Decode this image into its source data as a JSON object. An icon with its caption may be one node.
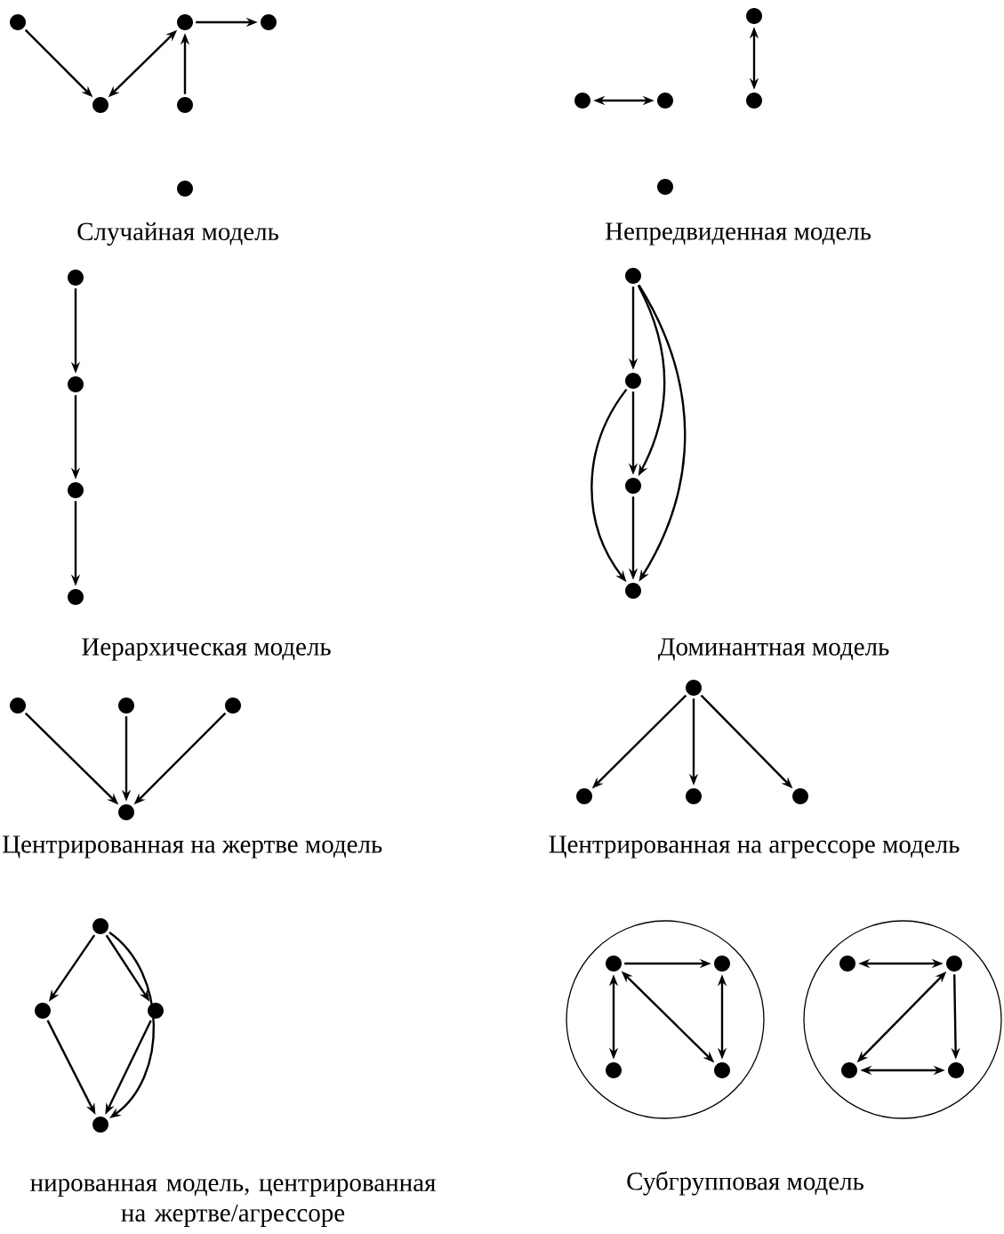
{
  "diagram": {
    "nodes": [
      {
        "text": [],
        "shape": "circle"
      },
      {
        "text": [],
        "shape": "circle"
      },
      {
        "text": [],
        "shape": "circle"
      },
      {
        "text": [],
        "shape": "circle"
      },
      {
        "text": [],
        "shape": "circle"
      },
      {
        "text": [],
        "shape": "circle"
      },
      {
        "text": [],
        "shape": "circle"
      },
      {
        "text": [],
        "shape": "circle"
      },
      {
        "text": [],
        "shape": "circle"
      },
      {
        "text": [],
        "shape": "circle"
      },
      {
        "text": [],
        "shape": "circle"
      },
      {
        "text": [],
        "shape": "circle"
      },
      {
        "text": [],
        "shape": "circle"
      },
      {
        "text": [],
        "shape": "circle"
      },
      {
        "text": [],
        "shape": "circle"
      },
      {
        "text": [],
        "shape": "circle"
      },
      {
        "text": [],
        "shape": "circle"
      },
      {
        "text": [],
        "shape": "circle"
      },
      {
        "text": [],
        "shape": "circle"
      },
      {
        "text": [],
        "shape": "circle"
      },
      {
        "text": [],
        "shape": "circle"
      },
      {
        "text": [],
        "shape": "circle"
      },
      {
        "text": [],
        "shape": "circle"
      },
      {
        "text": [],
        "shape": "circle"
      },
      {
        "text": [],
        "shape": "circle"
      },
      {
        "text": [],
        "shape": "circle"
      },
      {
        "text": [],
        "shape": "circle"
      },
      {
        "text": [],
        "shape": "circle"
      },
      {
        "text": [],
        "shape": "circle"
      },
      {
        "text": [],
        "shape": "circle"
      },
      {
        "text": [],
        "shape": "circle"
      },
      {
        "text": [],
        "shape": "circle"
      },
      {
        "text": [],
        "shape": "circle",
        "in": 31
      },
      {
        "text": [],
        "shape": "circle",
        "in": 31
      },
      {
        "text": [],
        "shape": "circle",
        "in": 31
      },
      {
        "text": [],
        "shape": "circle",
        "in": 31
      },
      {
        "text": [],
        "shape": "circle"
      },
      {
        "text": [],
        "shape": "circle",
        "in": 36
      },
      {
        "text": [],
        "shape": "circle",
        "in": 36
      },
      {
        "text": [],
        "shape": "circle",
        "in": 36
      },
      {
        "text": [],
        "shape": "circle",
        "in": 36
      }
    ],
    "edges": [
      {
        "from": 0,
        "to": 1,
        "arrow": "to"
      },
      {
        "from": 1,
        "to": 2,
        "arrow": "both"
      },
      {
        "from": 2,
        "to": 3,
        "arrow": "to"
      },
      {
        "from": 4,
        "to": 2,
        "arrow": "to"
      },
      {
        "from": 6,
        "to": 7,
        "arrow": "both"
      },
      {
        "from": 8,
        "to": 9,
        "arrow": "both"
      },
      {
        "from": 11,
        "to": 12,
        "arrow": "to"
      },
      {
        "from": 12,
        "to": 13,
        "arrow": "to"
      },
      {
        "from": 13,
        "to": 14,
        "arrow": "to"
      },
      {
        "from": 15,
        "to": 16,
        "arrow": "to"
      },
      {
        "from": 16,
        "to": 17,
        "arrow": "to"
      },
      {
        "from": 17,
        "to": 18,
        "arrow": "to"
      },
      {
        "from": 15,
        "to": 17,
        "arrow": "to"
      },
      {
        "from": 15,
        "to": 18,
        "arrow": "to"
      },
      {
        "from": 16,
        "to": 18,
        "arrow": "to"
      },
      {
        "from": 19,
        "to": 22,
        "arrow": "to"
      },
      {
        "from": 20,
        "to": 22,
        "arrow": "to"
      },
      {
        "from": 21,
        "to": 22,
        "arrow": "to"
      },
      {
        "from": 23,
        "to": 24,
        "arrow": "to"
      },
      {
        "from": 23,
        "to": 25,
        "arrow": "to"
      },
      {
        "from": 23,
        "to": 26,
        "arrow": "to"
      },
      {
        "from": 27,
        "to": 28,
        "arrow": "to"
      },
      {
        "from": 27,
        "to": 29,
        "arrow": "to"
      },
      {
        "from": 28,
        "to": 30,
        "arrow": "to"
      },
      {
        "from": 29,
        "to": 30,
        "arrow": "to"
      },
      {
        "from": 27,
        "to": 30,
        "arrow": "to"
      },
      {
        "from": 32,
        "to": 33,
        "arrow": "to"
      },
      {
        "from": 32,
        "to": 34,
        "arrow": "both"
      },
      {
        "from": 32,
        "to": 35,
        "arrow": "both"
      },
      {
        "from": 33,
        "to": 35,
        "arrow": "both"
      },
      {
        "from": 37,
        "to": 38,
        "arrow": "both"
      },
      {
        "from": 38,
        "to": 39,
        "arrow": "both"
      },
      {
        "from": 38,
        "to": 40,
        "arrow": "to"
      },
      {
        "from": 39,
        "to": 40,
        "arrow": "both"
      }
    ],
    "labels": [
      "Случайная модель",
      "Непредвиденная модель",
      "Иерархическая модель",
      "Доминантная модель",
      "Центрированная на жертве модель",
      "Центрированная на агрессоре модель",
      "нированная модель, центрированная на жертве/агрессоре",
      "Субгрупповая модель"
    ]
  }
}
